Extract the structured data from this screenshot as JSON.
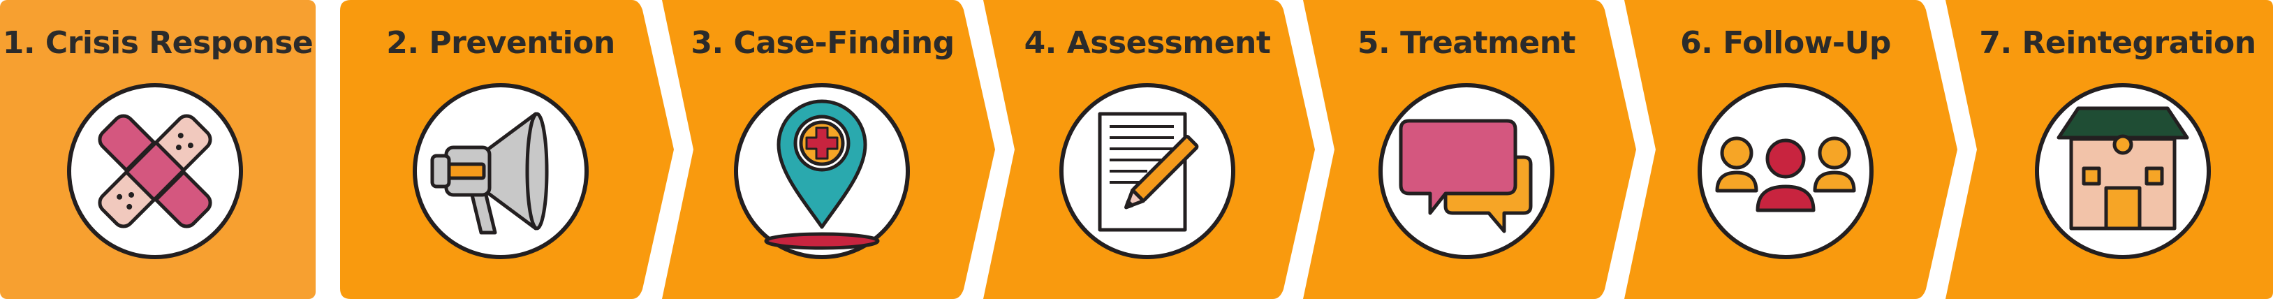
{
  "colors": {
    "first_stage": "#F7A030",
    "stage": "#F99A0E",
    "outline": "#231F20",
    "circle_fill": "#FFFFFF",
    "pink": "#D4577F",
    "bandage_light": "#F1C9BE",
    "teal": "#2AA9AE",
    "red": "#C8243F",
    "orange": "#F6A526",
    "green_roof": "#1F4D34",
    "building": "#F2C3A9",
    "gray": "#C8C8C8",
    "megaphone_accent": "#F59A1B"
  },
  "stages": [
    {
      "label": "1. Crisis Response",
      "icon": "bandage-icon"
    },
    {
      "label": "2. Prevention",
      "icon": "megaphone-icon"
    },
    {
      "label": "3. Case-Finding",
      "icon": "map-pin-icon"
    },
    {
      "label": "4. Assessment",
      "icon": "document-pencil-icon"
    },
    {
      "label": "5. Treatment",
      "icon": "chat-bubbles-icon"
    },
    {
      "label": "6. Follow-Up",
      "icon": "people-group-icon"
    },
    {
      "label": "7. Reintegration",
      "icon": "house-icon"
    }
  ]
}
